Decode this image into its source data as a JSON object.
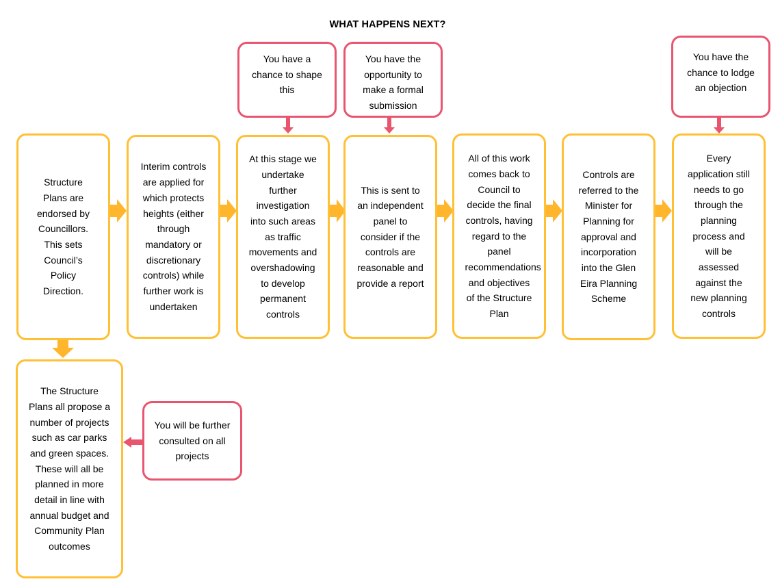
{
  "title": "WHAT HAPPENS NEXT?",
  "colors": {
    "process_border": "#FFC035",
    "input_border": "#E9556F",
    "process_arrow": "#FFB62C",
    "input_arrow": "#E9556F"
  },
  "steps": [
    "Structure Plans are endorsed by Councillors. This sets Council’s Policy Direction.",
    "Interim controls are applied for which protects heights (either through mandatory or discretionary controls) while further work is undertaken",
    "At this stage we undertake further investigation into such areas as traffic movements and overshadowing to develop permanent controls",
    "This is sent to an independent panel to consider if the controls are reasonable and provide a report",
    "All of this work comes back to Council to decide the final controls, having regard to the panel recommendations and objectives of the Structure Plan",
    "Controls are referred to the Minister for Planning for approval and incorporation into the Glen Eira Planning Scheme",
    "Every application still needs to go through the planning process and will be assessed against the new planning controls"
  ],
  "community_inputs": [
    "You have a chance to shape this",
    "You have the opportunity to make a formal submission",
    "You have the chance to lodge an objection",
    "You will be further consulted on all projects"
  ],
  "projects_step": "The Structure Plans all propose a number of projects such as car parks and green spaces. These will all be planned in more detail in line with annual budget and Community Plan outcomes"
}
